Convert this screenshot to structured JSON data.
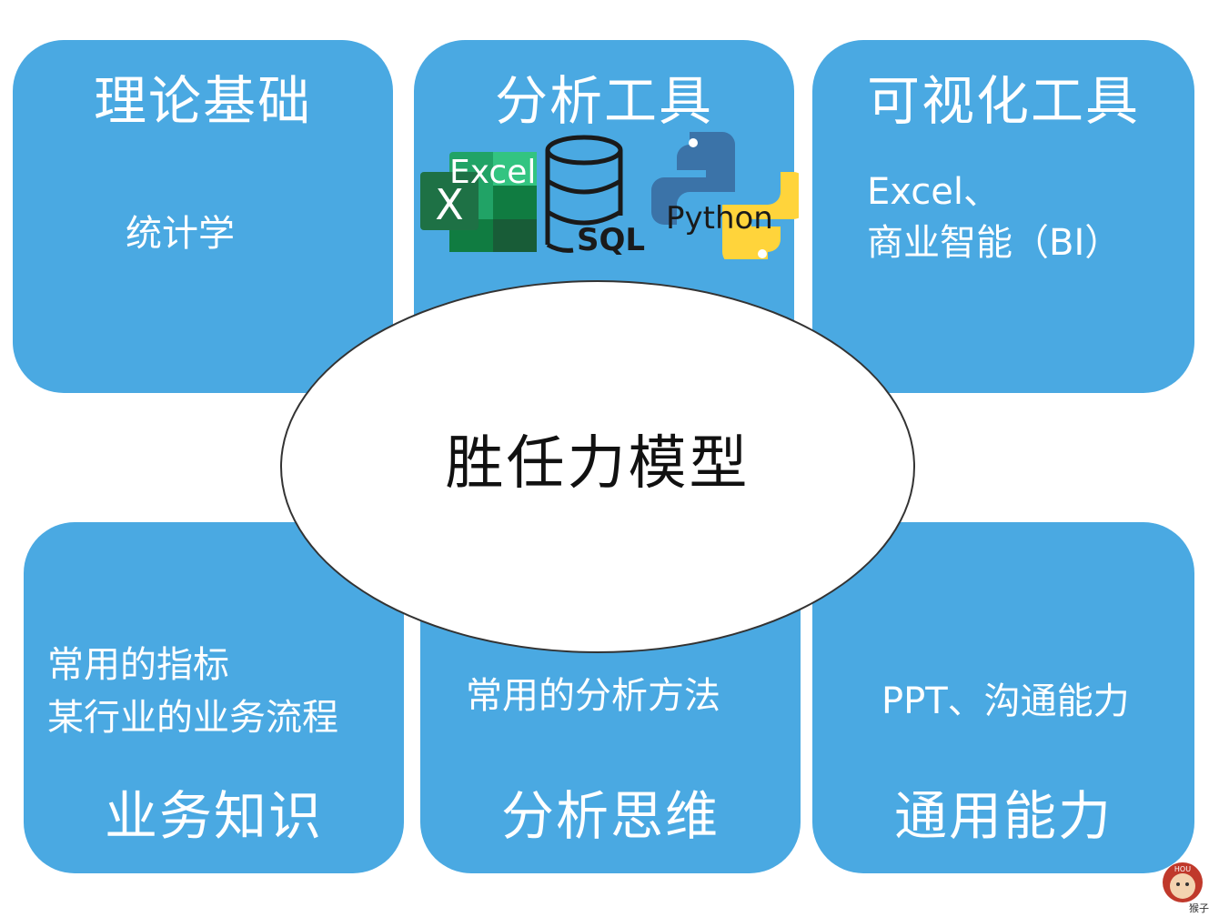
{
  "cards": {
    "theory": {
      "title": "理论基础",
      "body": "统计学"
    },
    "analysis_tools": {
      "title": "分析工具",
      "tools": {
        "excel": "Excel",
        "excel_letter": "X",
        "sql": "SQL",
        "python": "Python"
      }
    },
    "visualization_tools": {
      "title": "可视化工具",
      "body_line1": "Excel、",
      "body_line2": "商业智能（BI）"
    },
    "business_knowledge": {
      "title": "业务知识",
      "body_line1": "常用的指标",
      "body_line2": "某行业的业务流程"
    },
    "analytical_thinking": {
      "title": "分析思维",
      "body": "常用的分析方法"
    },
    "general_skills": {
      "title": "通用能力",
      "body": "PPT、沟通能力"
    }
  },
  "center": {
    "label": "胜任力模型"
  },
  "watermark": {
    "badge": "HOU",
    "label": "猴子"
  },
  "colors": {
    "card_fill": "#4aa9e2",
    "excel_green": "#1e7145",
    "python_blue": "#3b73a8",
    "python_yellow": "#ffd43b"
  },
  "icons": [
    "excel-logo-icon",
    "database-icon",
    "python-logo-icon",
    "monkey-watermark-icon"
  ]
}
